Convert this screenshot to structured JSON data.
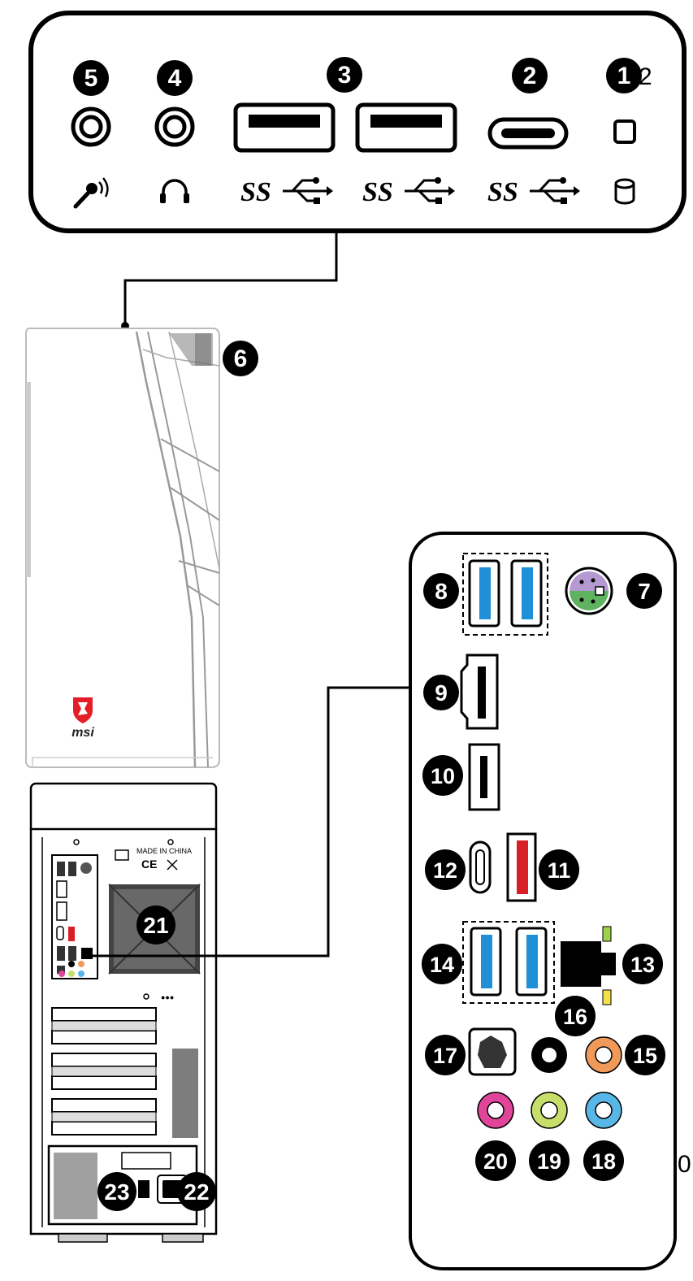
{
  "colors": {
    "usb_blue": "#1f8fd8",
    "usb_red": "#d81f26",
    "ps2_purple": "#b49ad0",
    "ps2_green": "#5fb25f",
    "audio_orange": "#f09a5a",
    "audio_pink": "#e0459a",
    "audio_lime": "#c8de6a",
    "audio_blue": "#58b7e6",
    "led_green": "#9ed24c",
    "led_yellow": "#f3e04a",
    "brand_red": "#e41e26"
  },
  "front_panel": {
    "callouts": [
      {
        "id": "front-5",
        "number": "5",
        "icon": "microphone-icon",
        "port": "audio-jack"
      },
      {
        "id": "front-4",
        "number": "4",
        "icon": "headphones-icon",
        "port": "audio-jack"
      },
      {
        "id": "front-3",
        "number": "3",
        "icon": "usb-superspeed-icon",
        "port": "usb-a-pair"
      },
      {
        "id": "front-2",
        "number": "2",
        "icon": "usb-superspeed-icon",
        "port": "usb-c"
      },
      {
        "id": "front-1",
        "number": "1",
        "icon": "hdd-led-icon",
        "port": "reset-button"
      }
    ],
    "ss_label": "SS",
    "cut_fragment": "2"
  },
  "tower": {
    "front_callout": "6",
    "brand": "msi",
    "rear_text": "MADE IN CHINA",
    "cert_marks": "CE",
    "rear_callouts": [
      "21",
      "23",
      "22"
    ]
  },
  "io_panel": {
    "callouts": [
      {
        "number": "8",
        "port": "usb-a-blue-pair"
      },
      {
        "number": "7",
        "port": "ps2-combo"
      },
      {
        "number": "9",
        "port": "hdmi"
      },
      {
        "number": "10",
        "port": "displayport"
      },
      {
        "number": "12",
        "port": "usb-c"
      },
      {
        "number": "11",
        "port": "usb-a-red"
      },
      {
        "number": "14",
        "port": "usb-a-blue-pair"
      },
      {
        "number": "13",
        "port": "lan-rj45"
      },
      {
        "number": "16",
        "port": "audio-black"
      },
      {
        "number": "17",
        "port": "optical-spdif"
      },
      {
        "number": "15",
        "port": "audio-orange"
      },
      {
        "number": "20",
        "port": "audio-pink"
      },
      {
        "number": "19",
        "port": "audio-lime"
      },
      {
        "number": "18",
        "port": "audio-blue"
      }
    ],
    "cut_fragment": "0"
  }
}
